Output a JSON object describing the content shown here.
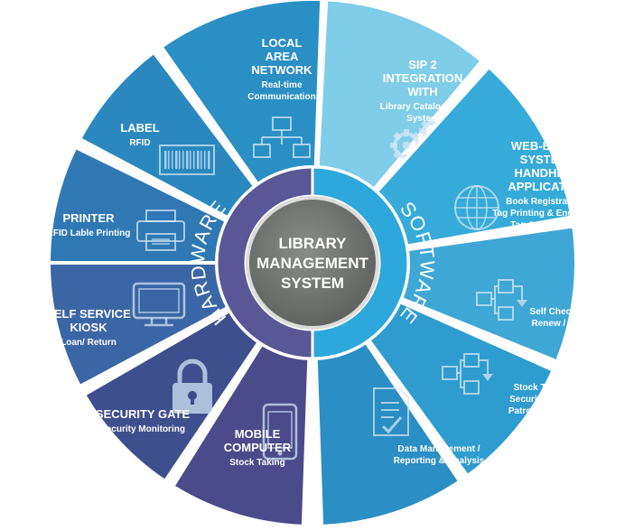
{
  "center": {
    "lines": [
      "LIBRARY",
      "MANAGEMENT",
      "SYSTEM"
    ]
  },
  "ring": {
    "hardware": "HARDWARE",
    "software": "SOFTWARE"
  },
  "colors": {
    "hardware_ring": "#5a5796",
    "software_ring": "#2ea8dc",
    "center": "#6f726f",
    "center_border": "#e8e8e8",
    "segment_text": "#ffffff"
  },
  "hardware": [
    {
      "title": [
        "LOCAL",
        "AREA",
        "NETWORK"
      ],
      "subtitle": [
        "Real-time",
        "Communication"
      ],
      "icon": "network-icon"
    },
    {
      "title": [
        "LABEL"
      ],
      "subtitle": [
        "RFID"
      ],
      "icon": "barcode-icon"
    },
    {
      "title": [
        "PRINTER"
      ],
      "subtitle": [
        "RFID Lable Printing"
      ],
      "icon": "printer-icon"
    },
    {
      "title": [
        "SELF SERVICE",
        "KIOSK"
      ],
      "subtitle": [
        "Loan/ Return"
      ],
      "icon": "monitor-icon"
    },
    {
      "title": [
        "SECURITY GATE"
      ],
      "subtitle": [
        "Security Monitoring"
      ],
      "icon": "padlock-icon"
    },
    {
      "title": [
        "MOBILE",
        "COMPUTER"
      ],
      "subtitle": [
        "Stock Taking"
      ],
      "icon": "tablet-icon"
    }
  ],
  "software": [
    {
      "title": [
        "SIP 2",
        "INTEGRATION",
        "WITH"
      ],
      "subtitle": [
        "Library Cataloguing",
        "System"
      ],
      "icon": "gears-icon"
    },
    {
      "title": [
        "WEB-BASED",
        "SYSTEM /",
        "HANDHELD",
        "APPLICATION"
      ],
      "subtitle": [
        "Book Registration /",
        "Tag Printing & Encoding /",
        "Tag Association /",
        "Book Reservation"
      ],
      "icon": "globe-icon"
    },
    {
      "title": [],
      "subtitle": [
        "Self Check-In & Out /",
        "Renew / Return Unit"
      ],
      "icon": "flowchart-icon"
    },
    {
      "title": [],
      "subtitle": [
        "Stock Taking /",
        "Security Alarm /",
        "Patron Counting"
      ],
      "icon": "flowchart-icon"
    },
    {
      "title": [],
      "subtitle": [
        "Data Management /",
        "Reporting & Analysis"
      ],
      "icon": "document-icon"
    }
  ]
}
